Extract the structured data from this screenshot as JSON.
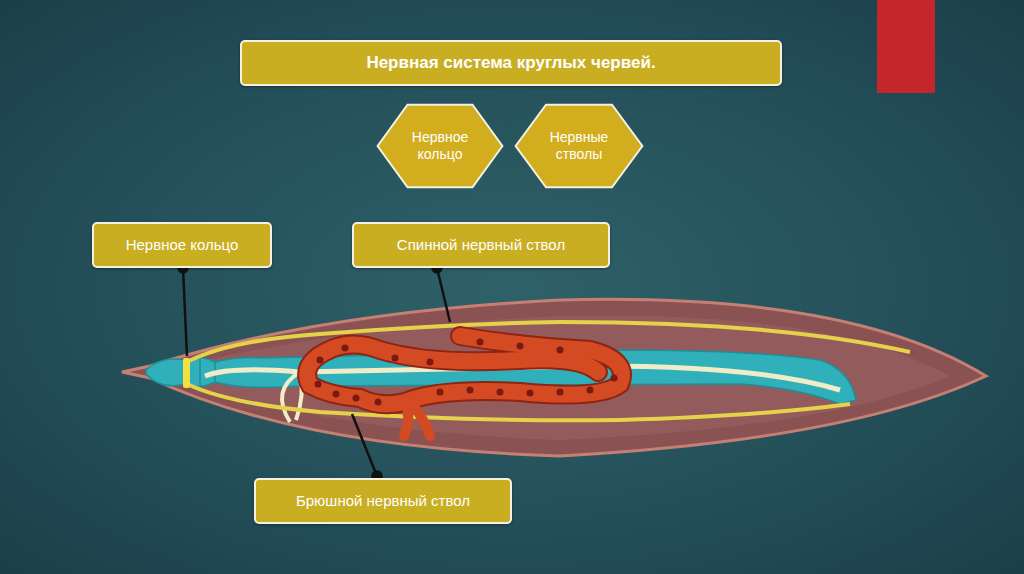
{
  "diagram": {
    "title": "Нервная система круглых червей.",
    "nodes": [
      {
        "text": [
          "Нервное кольцо"
        ]
      },
      {
        "text": [
          "Нервные стволы"
        ]
      },
      {
        "text": [
          "Нервное кольцо"
        ]
      },
      {
        "text": [
          "Спинной нервный ствол"
        ]
      },
      {
        "text": [
          "Брюшной нервный ствол"
        ]
      }
    ]
  }
}
